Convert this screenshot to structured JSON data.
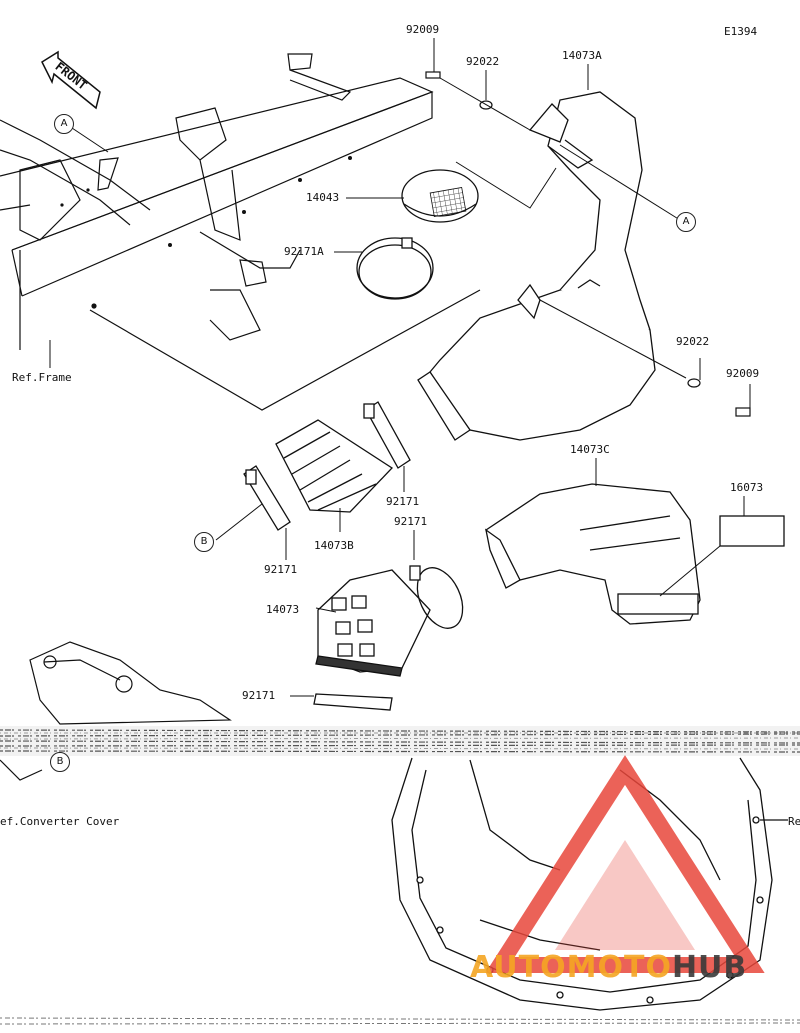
{
  "diagram": {
    "code": "E1394",
    "front_label": "FRONT",
    "ref_labels": {
      "frame": "Ref.Frame",
      "converter_cover": "ef.Converter Cover",
      "right_cut": "Re"
    },
    "markers": {
      "a_top": "A",
      "a_right": "A",
      "b_left": "B",
      "b_lower": "B"
    },
    "parts": {
      "p92009_top": "92009",
      "p92022_top": "92022",
      "p14073A": "14073A",
      "p14043": "14043",
      "p92171A": "92171A",
      "p92022_right": "92022",
      "p92009_right": "92009",
      "p14073C": "14073C",
      "p16073": "16073",
      "p92171_mid": "92171",
      "p92171_mid2": "92171",
      "p14073B": "14073B",
      "p92171_left": "92171",
      "p14073": "14073",
      "p92171_low": "92171"
    }
  },
  "watermark": {
    "text_red": "AUTOMOTO",
    "text_dark": "HUB",
    "red": "#e8473b",
    "orange": "#f5a623",
    "dark": "#3a3a3a"
  }
}
